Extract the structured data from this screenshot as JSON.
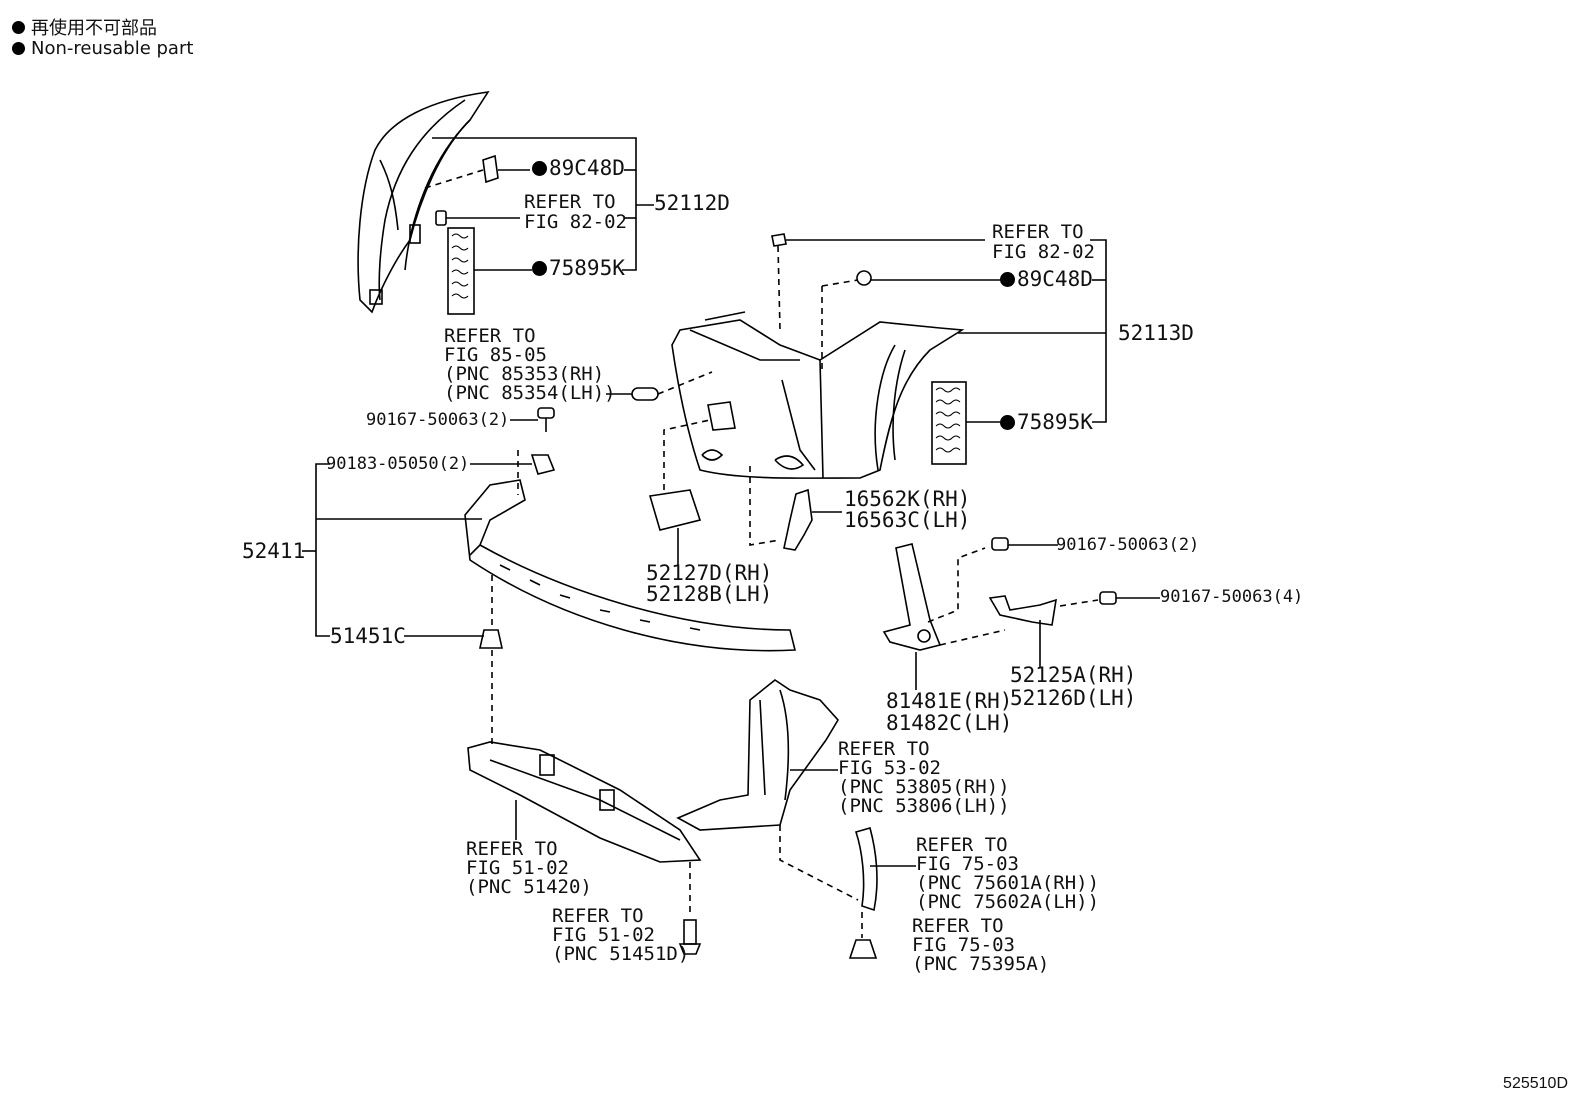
{
  "legend": [
    {
      "text": "再使用不可部品"
    },
    {
      "text": "Non-reusable part"
    }
  ],
  "labels": {
    "p52112d": "52112D",
    "p89c48d_a": "89C48D",
    "ref82_a_l1": "REFER TO",
    "ref82_a_l2": "FIG 82-02",
    "p75895k_a": "75895K",
    "ref82_b_l1": "REFER TO",
    "ref82_b_l2": "FIG 82-02",
    "p89c48d_b": "89C48D",
    "p52113d": "52113D",
    "p75895k_b": "75895K",
    "ref85_l1": "REFER TO",
    "ref85_l2": "FIG 85-05",
    "ref85_l3": "(PNC 85353(RH)",
    "ref85_l4": "(PNC 85354(LH))",
    "p90167_a": "90167-50063(2)",
    "p90183": "90183-05050(2)",
    "p52411": "52411",
    "p51451c": "51451C",
    "p16562k": "16562K(RH)",
    "p16563c": "16563C(LH)",
    "p52127d": "52127D(RH)",
    "p52128b": "52128B(LH)",
    "p90167_b": "90167-50063(2)",
    "p90167_c": "90167-50063(4)",
    "p52125a": "52125A(RH)",
    "p52126d": "52126D(LH)",
    "p81481e": "81481E(RH)",
    "p81482c": "81482C(LH)",
    "ref53_l1": "REFER TO",
    "ref53_l2": "FIG 53-02",
    "ref53_l3": "(PNC 53805(RH))",
    "ref53_l4": "(PNC 53806(LH))",
    "ref51a_l1": "REFER TO",
    "ref51a_l2": "FIG 51-02",
    "ref51a_l3": "(PNC 51420)",
    "ref75a_l1": "REFER TO",
    "ref75a_l2": "FIG 75-03",
    "ref75a_l3": "(PNC 75601A(RH))",
    "ref75a_l4": "(PNC 75602A(LH))",
    "ref51b_l1": "REFER TO",
    "ref51b_l2": "FIG 51-02",
    "ref51b_l3": "(PNC 51451D)",
    "ref75b_l1": "REFER TO",
    "ref75b_l2": "FIG 75-03",
    "ref75b_l3": "(PNC 75395A)"
  },
  "page_number": "525510D"
}
